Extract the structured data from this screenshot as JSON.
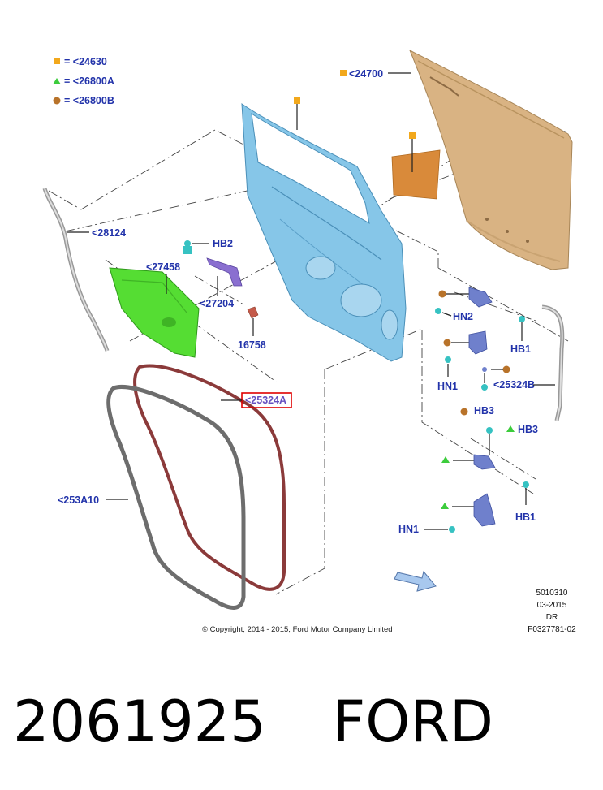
{
  "legend": [
    {
      "symbol": "square",
      "color": "#f2a81c",
      "text": "= <24630"
    },
    {
      "symbol": "triangle",
      "color": "#3ccc3c",
      "text": "= <26800A"
    },
    {
      "symbol": "circle",
      "color": "#b8732a",
      "text": "= <26800B"
    }
  ],
  "labels": {
    "l24700": "<24700",
    "l28124": "<28124",
    "lHB2": "HB2",
    "l27458": "<27458",
    "l27204": "<27204",
    "l16758": "16758",
    "lHN2": "HN2",
    "lHB1a": "HB1",
    "lHN1a": "HN1",
    "l25324B": "<25324B",
    "lHB3a": "HB3",
    "lHB3b": "HB3",
    "l25324A": "<25324A",
    "l253A10": "<253A10",
    "lHB1b": "HB1",
    "lHN1b": "HN1"
  },
  "ref_block": {
    "line1": "5010310",
    "line2": "03-2015",
    "line3": "DR",
    "line4": "F0327781-02"
  },
  "copyright": "© Copyright, 2014 - 2015, Ford Motor Company Limited",
  "footer": {
    "part_number": "2061925",
    "brand": "FORD"
  },
  "colors": {
    "label_blue": "#2233aa",
    "highlight_box": "#e00000",
    "door_panel": "#d9b383",
    "inner_frame": "#86c6e8",
    "trim_green": "#55dd33",
    "seal_red": "#8b3a3a",
    "seal_gray": "#6d6d6d",
    "bracket_purple": "#8a6fd0"
  }
}
